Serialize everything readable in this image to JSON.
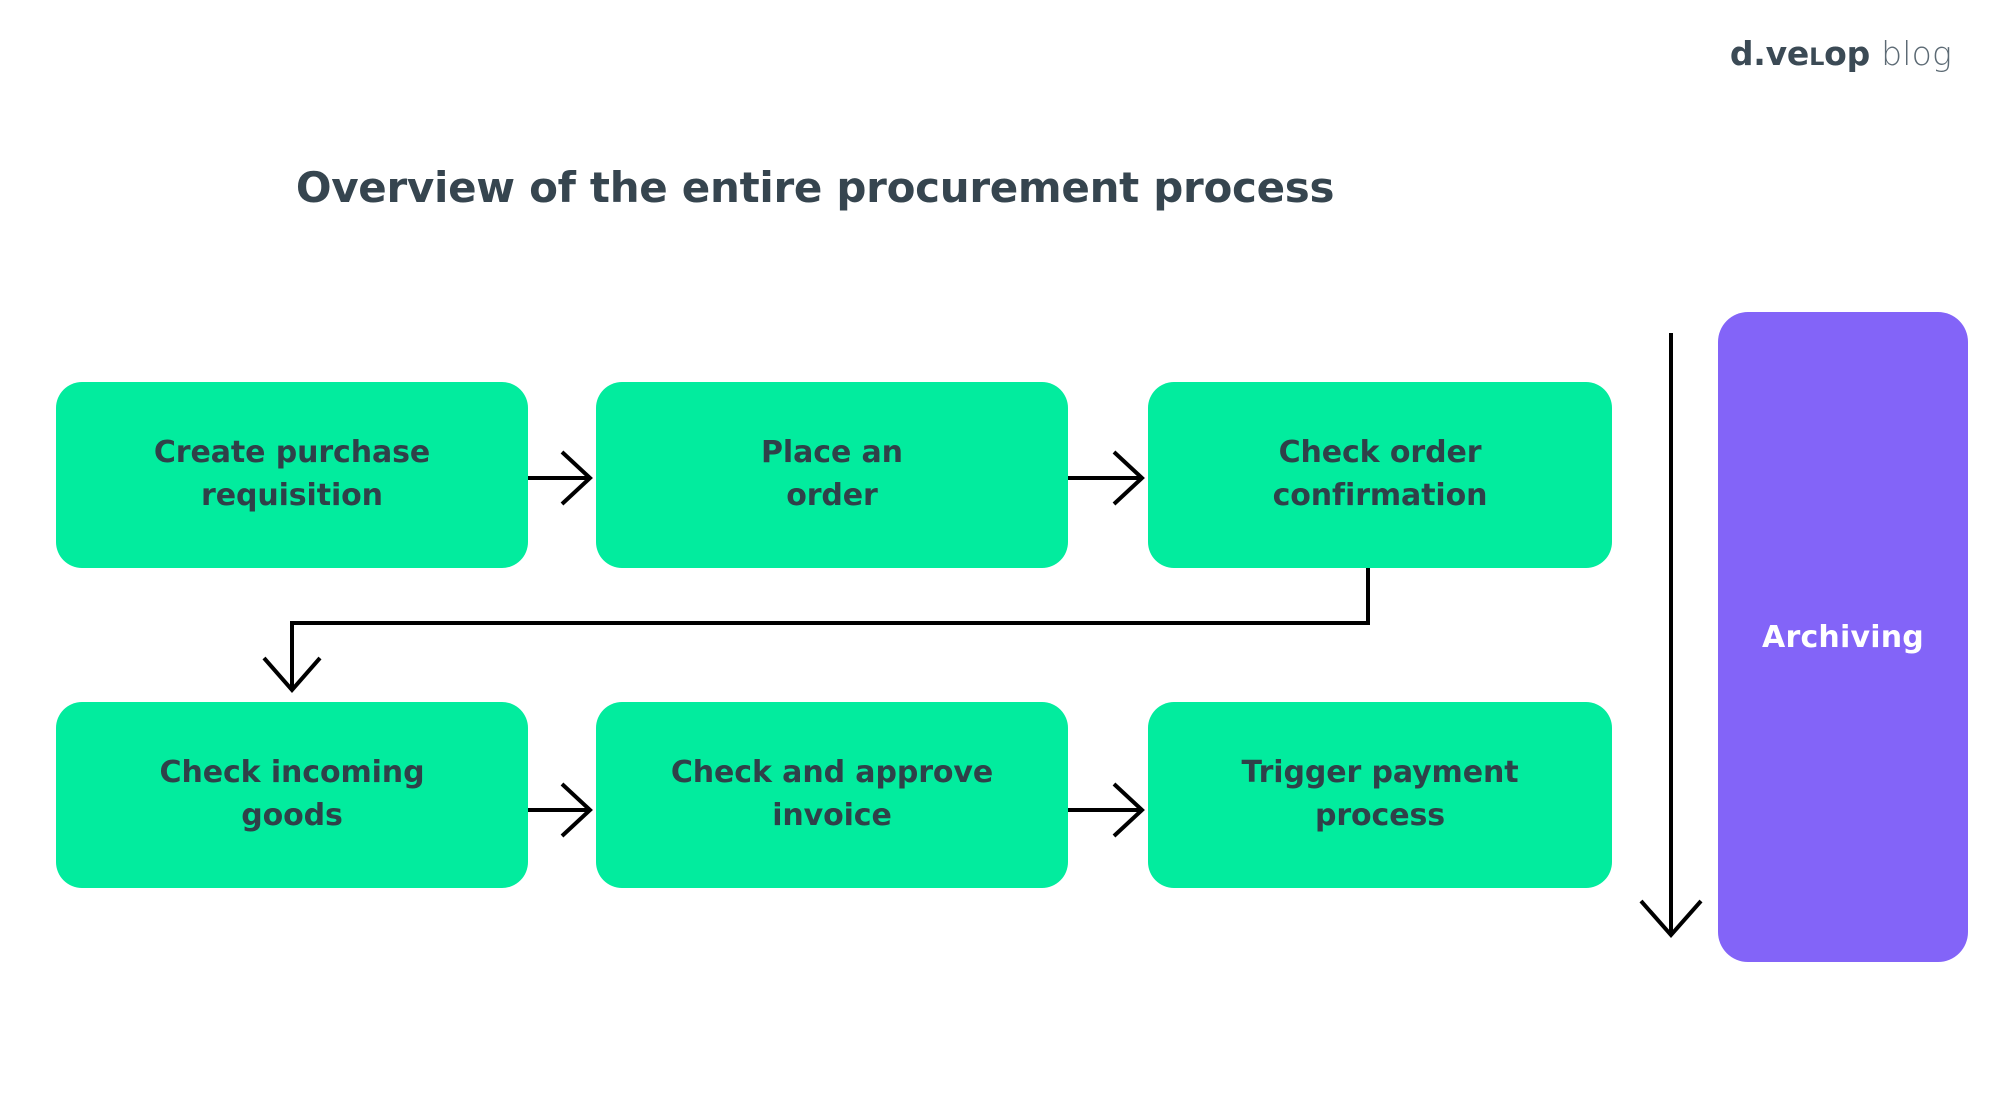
{
  "brand": {
    "mark_part1": "d.ve",
    "mark_small_l": "L",
    "mark_part2": "op",
    "word": "blog"
  },
  "title": "Overview of the entire procurement process",
  "colors": {
    "node_green": "#02EC9E",
    "node_purple": "#8364F8",
    "text_dark": "#2f4149",
    "title_dark": "#36454f",
    "connector": "#000000",
    "background": "#ffffff"
  },
  "diagram": {
    "type": "flowchart",
    "rows": [
      {
        "nodes": [
          {
            "id": "requisition",
            "label": "Create purchase\nrequisition"
          },
          {
            "id": "order",
            "label": "Place an\norder"
          },
          {
            "id": "confirmation",
            "label": "Check order\nconfirmation"
          }
        ]
      },
      {
        "nodes": [
          {
            "id": "goods",
            "label": "Check incoming\ngoods"
          },
          {
            "id": "invoice",
            "label": "Check and approve\ninvoice"
          },
          {
            "id": "payment",
            "label": "Trigger payment\nprocess"
          }
        ]
      }
    ],
    "side_panel": {
      "id": "archiving",
      "label": "Archiving"
    },
    "connectors": [
      {
        "from": "requisition",
        "to": "order",
        "kind": "arrow-right"
      },
      {
        "from": "order",
        "to": "confirmation",
        "kind": "arrow-right"
      },
      {
        "from": "confirmation",
        "to": "goods",
        "kind": "elbow-down-left"
      },
      {
        "from": "goods",
        "to": "invoice",
        "kind": "arrow-right"
      },
      {
        "from": "invoice",
        "to": "payment",
        "kind": "arrow-right"
      },
      {
        "from": "process",
        "to": "archiving",
        "kind": "arrow-down-long"
      }
    ]
  }
}
